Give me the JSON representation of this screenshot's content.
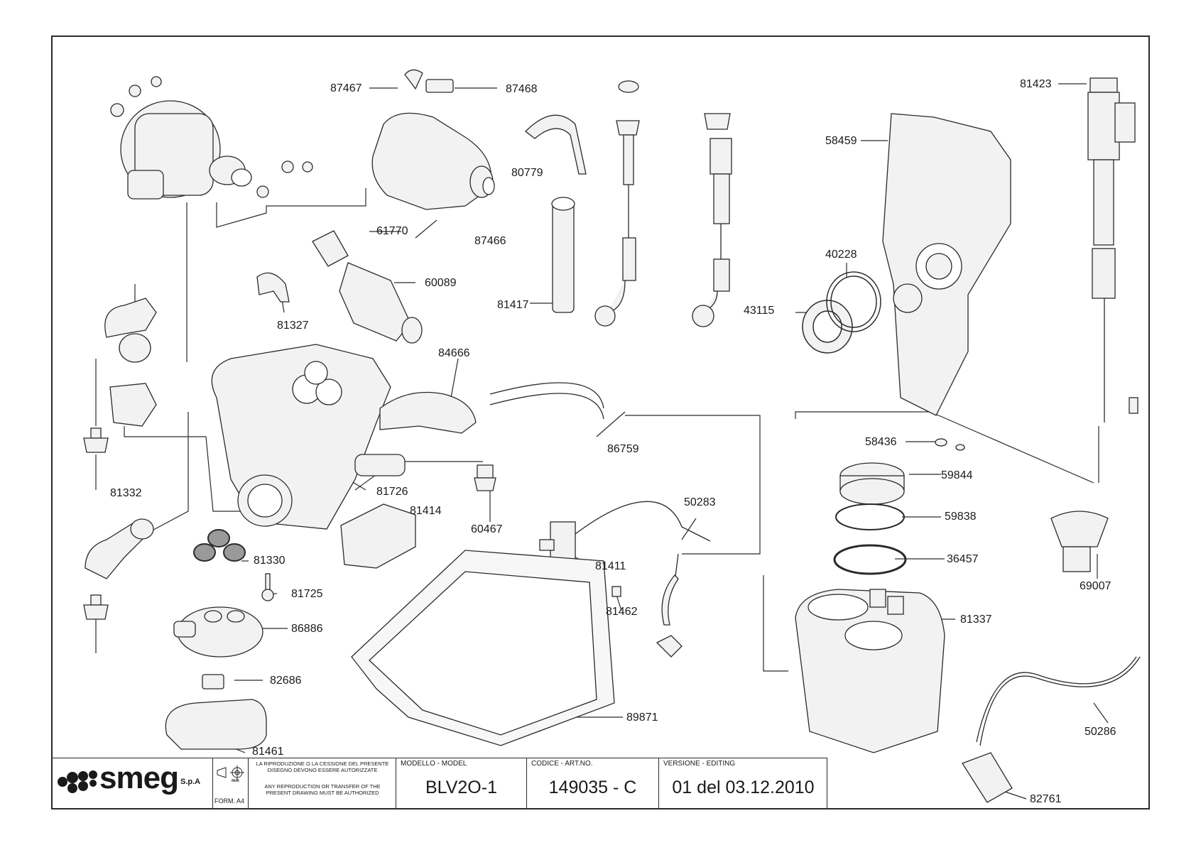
{
  "parts": {
    "p87467": "87467",
    "p87468": "87468",
    "p80779": "80779",
    "p87466": "87466",
    "p61770": "61770",
    "p60089": "60089",
    "p81327": "81327",
    "p81417": "81417",
    "p40228": "40228",
    "p43115": "43115",
    "p58459": "58459",
    "p81423": "81423",
    "p84666": "84666",
    "p86759": "86759",
    "p81726": "81726",
    "p81414": "81414",
    "p60467": "60467",
    "p81332": "81332",
    "p81330": "81330",
    "p81725": "81725",
    "p86886": "86886",
    "p82686": "82686",
    "p81461": "81461",
    "p81411": "81411",
    "p81462": "81462",
    "p50283": "50283",
    "p89871": "89871",
    "p58436": "58436",
    "p59844": "59844",
    "p59838": "59838",
    "p36457": "36457",
    "p81337": "81337",
    "p69007": "69007",
    "p50286": "50286",
    "p82761": "82761"
  },
  "titleblock": {
    "brand": "smeg",
    "company_suffix": "S.p.A",
    "unit": "mm",
    "form": "FORM. A4",
    "notice_it": "LA RIPRODUZIONE O LA CESSIONE DEL PRESENTE DISEGNO DEVONO ESSERE AUTORIZZATE",
    "notice_en": "ANY REPRODUCTION OR TRANSFER OF THE PRESENT DRAWING MUST BE AUTHORIZED",
    "model_head": "MODELLO - MODEL",
    "model": "BLV2O-1",
    "code_head": "CODICE - ART.NO.",
    "code": "149035 - C",
    "version_head": "VERSIONE - EDITING",
    "version": "01 del 03.12.2010"
  },
  "colors": {
    "ink": "#2a2a2a",
    "fill": "#f2f2f2",
    "shade": "#9a9a9a"
  }
}
